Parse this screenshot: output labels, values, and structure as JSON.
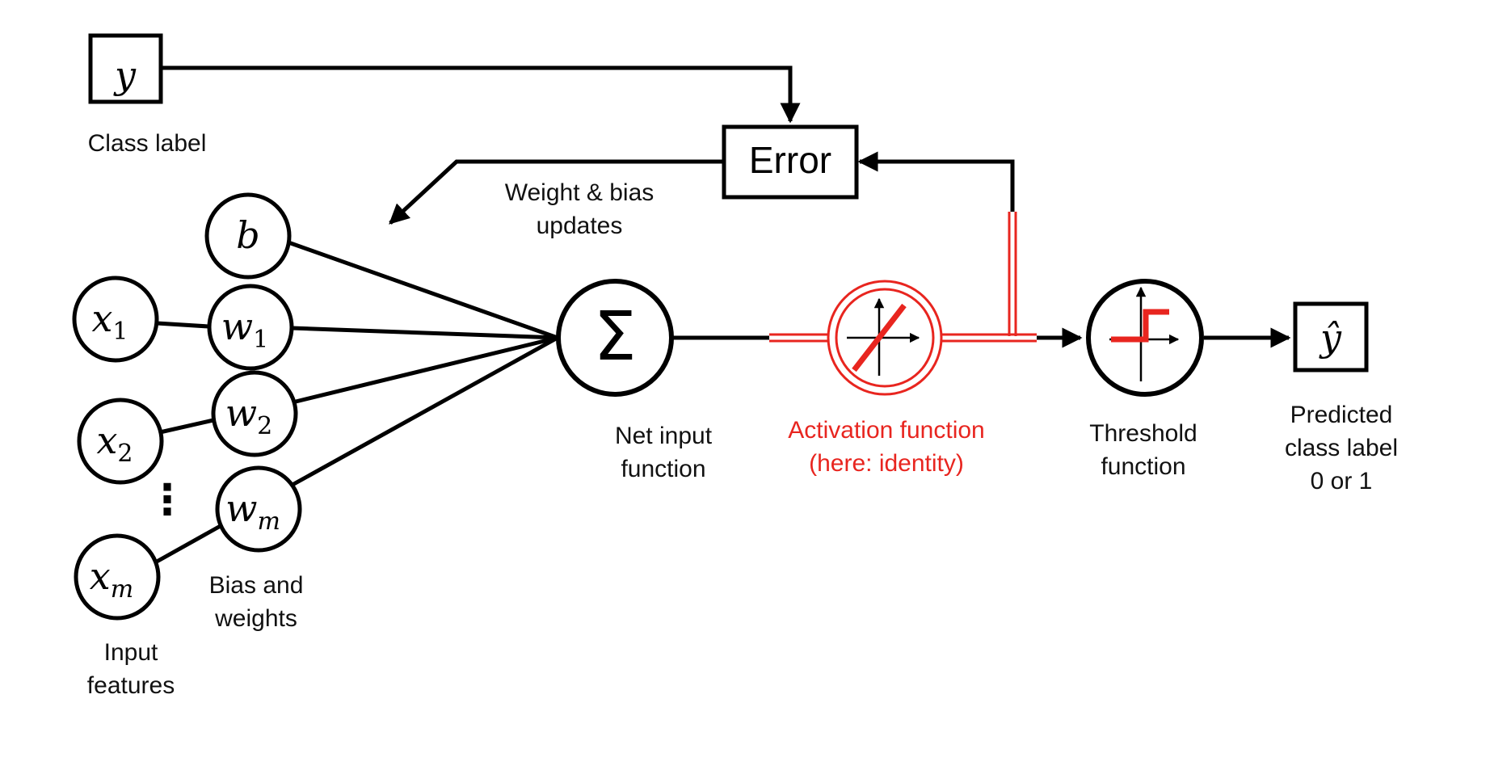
{
  "colors": {
    "ink": "#000000",
    "accent_red": "#e8251f",
    "background": "#ffffff"
  },
  "nodes": {
    "class_label_symbol": "y",
    "error_label": "Error",
    "bias_symbol": "b",
    "x1": {
      "base": "x",
      "sub": "1"
    },
    "x2": {
      "base": "x",
      "sub": "2"
    },
    "xm": {
      "base": "x",
      "sub": "m"
    },
    "w1": {
      "base": "w",
      "sub": "1"
    },
    "w2": {
      "base": "w",
      "sub": "2"
    },
    "wm": {
      "base": "w",
      "sub": "m"
    },
    "sum_symbol": "Σ",
    "vertical_ellipsis": "⋮",
    "prediction_symbol": "ŷ",
    "activation_icon": "identity-line-icon",
    "threshold_icon": "step-function-icon"
  },
  "labels": {
    "class_label": "Class label",
    "weight_bias_updates": [
      "Weight & bias",
      "updates"
    ],
    "net_input": [
      "Net input",
      "function"
    ],
    "activation": [
      "Activation function",
      "(here: identity)"
    ],
    "threshold": [
      "Threshold",
      "function"
    ],
    "predicted": [
      "Predicted",
      "class label",
      "0 or 1"
    ],
    "bias_weights": [
      "Bias and",
      "weights"
    ],
    "input_features": [
      "Input",
      "features"
    ]
  }
}
